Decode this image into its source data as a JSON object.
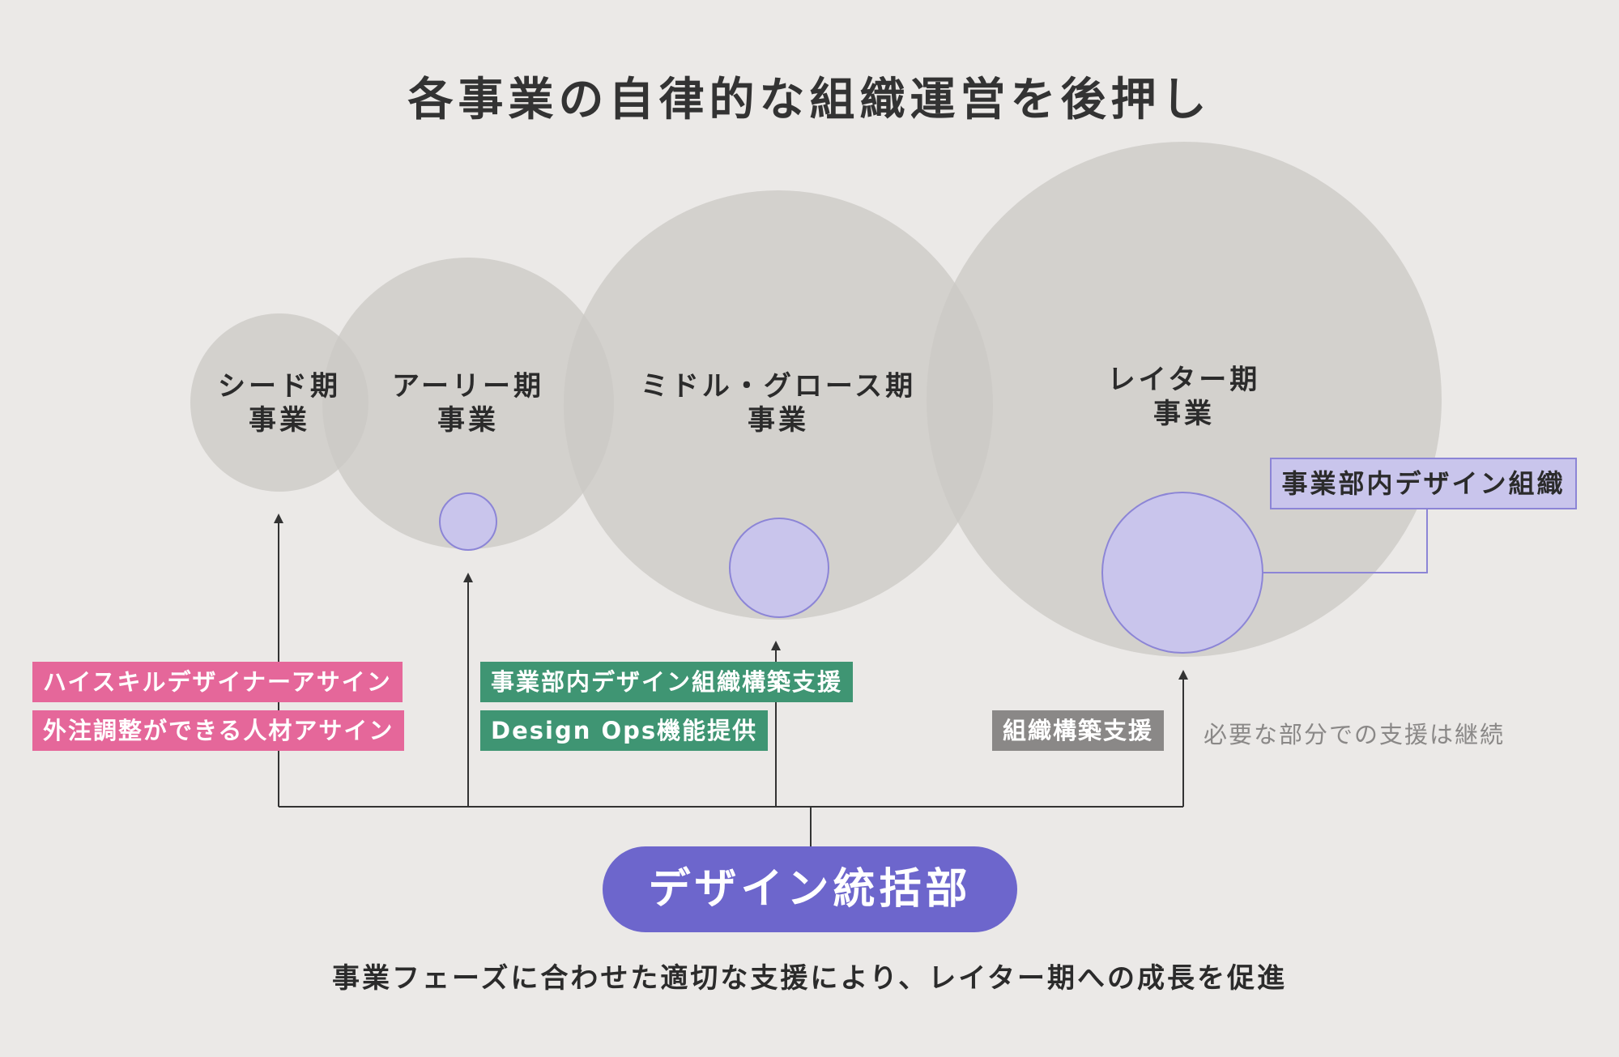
{
  "title": "各事業の自律的な組織運営を後押し",
  "phases": [
    {
      "line1": "シード期",
      "line2": "事業"
    },
    {
      "line1": "アーリー期",
      "line2": "事業"
    },
    {
      "line1": "ミドル・グロース期",
      "line2": "事業"
    },
    {
      "line1": "レイター期",
      "line2": "事業"
    }
  ],
  "inhouse_org_label": "事業部内デザイン組織",
  "support": {
    "seed": [
      "ハイスキルデザイナーアサイン",
      "外注調整ができる人材アサイン"
    ],
    "early_middle": [
      "事業部内デザイン組織構築支援",
      "Design Ops機能提供"
    ],
    "late": [
      "組織構築支援"
    ],
    "late_note": "必要な部分での支援は継続"
  },
  "hub_label": "デザイン統括部",
  "caption": "事業フェーズに合わせた適切な支援により、レイター期への成長を促進",
  "colors": {
    "background": "#ebe9e7",
    "phase_circle": "#cbc8c4",
    "design_org": "#c9c5ec",
    "design_org_border": "#8c85d6",
    "hub": "#6d66cc",
    "tag_pink": "#e5679a",
    "tag_green": "#3f9573",
    "tag_gray": "#8a8887"
  }
}
